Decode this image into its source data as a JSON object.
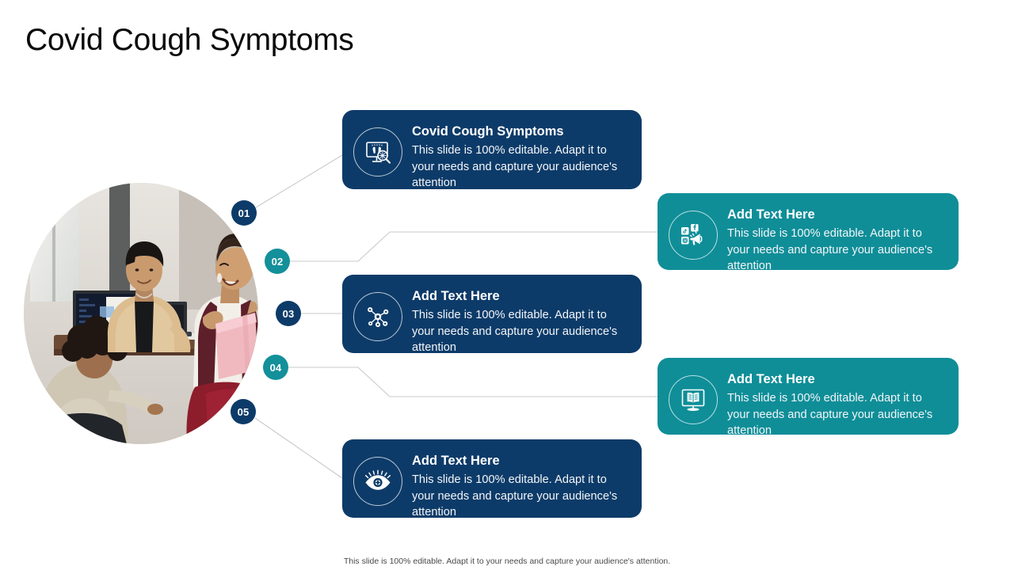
{
  "slide": {
    "title": "Covid Cough Symptoms",
    "footer_note": "This slide is 100% editable. Adapt it to your needs and capture your audience's attention.",
    "colors": {
      "navy": "#0d3b69",
      "teal": "#0f8e98",
      "badge_navy": "#0d3b69",
      "badge_teal": "#13909a",
      "connector": "#c9c9c9",
      "background": "#ffffff",
      "title_text": "#0a0a0a",
      "card_text": "#ffffff",
      "footer_text": "#4a4a4a"
    }
  },
  "photo": {
    "alt": "Three colleagues collaborating around a laptop in an office meeting",
    "shape": "circle"
  },
  "badges": [
    {
      "number": "01",
      "color": "navy"
    },
    {
      "number": "02",
      "color": "teal"
    },
    {
      "number": "03",
      "color": "navy"
    },
    {
      "number": "04",
      "color": "teal"
    },
    {
      "number": "05",
      "color": "navy"
    }
  ],
  "cards": [
    {
      "index": "01",
      "heading": "Covid Cough Symptoms",
      "body": "This slide is 100% editable. Adapt it to your needs and capture your audience's attention",
      "color": "navy",
      "icon": "monitor-lungs-search-icon"
    },
    {
      "index": "02",
      "heading": "Add Text Here",
      "body": "This slide is 100% editable. Adapt it to your needs and capture your audience's attention",
      "color": "teal",
      "icon": "social-media-megaphone-icon"
    },
    {
      "index": "03",
      "heading": "Add Text Here",
      "body": "This slide is 100% editable. Adapt it to your needs and capture your audience's attention",
      "color": "navy",
      "icon": "network-hub-icon"
    },
    {
      "index": "04",
      "heading": "Add Text Here",
      "body": "This slide is 100% editable. Adapt it to your needs and capture your audience's attention",
      "color": "teal",
      "icon": "monitor-book-elearning-icon"
    },
    {
      "index": "05",
      "heading": "Add Text Here",
      "body": "This slide is 100% editable. Adapt it to your needs and capture your audience's attention",
      "color": "navy",
      "icon": "eye-vision-icon"
    }
  ]
}
